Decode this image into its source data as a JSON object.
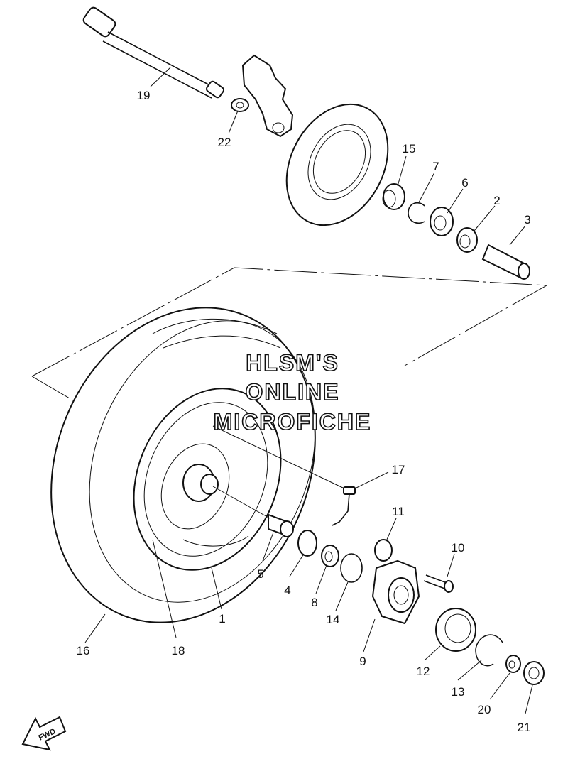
{
  "watermark": {
    "line1": "HLSM'S",
    "line2": "ONLINE",
    "line3": "MICROFICHE"
  },
  "fwd_label": "FWD",
  "callouts": {
    "c1": "1",
    "c2": "2",
    "c3": "3",
    "c4": "4",
    "c5": "5",
    "c6": "6",
    "c7": "7",
    "c8": "8",
    "c9": "9",
    "c10": "10",
    "c11": "11",
    "c12": "12",
    "c13": "13",
    "c14": "14",
    "c15": "15",
    "c16": "16",
    "c17": "17",
    "c18": "18",
    "c19": "19",
    "c20": "20",
    "c21": "21",
    "c22": "22"
  }
}
